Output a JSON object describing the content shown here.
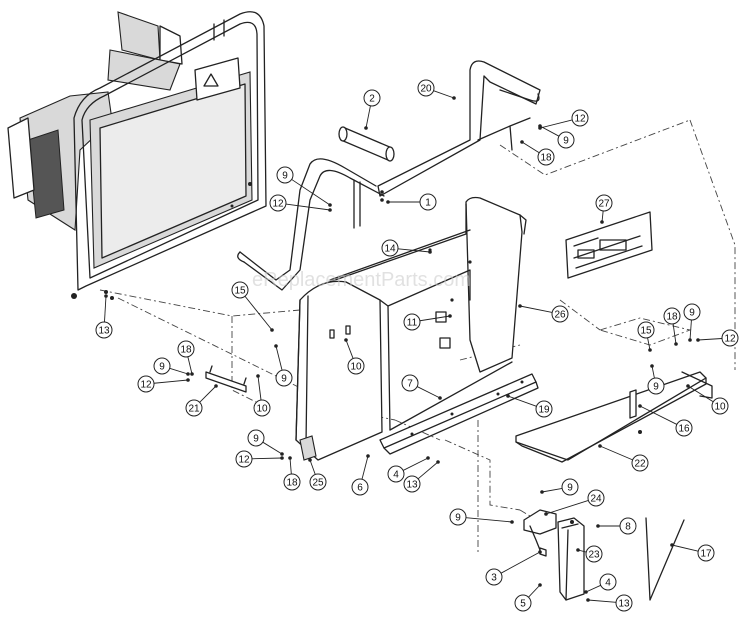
{
  "watermark": "eReplacementParts.com",
  "callouts": [
    {
      "id": "c1",
      "label": "1"
    },
    {
      "id": "c2",
      "label": "2"
    },
    {
      "id": "c3",
      "label": "3"
    },
    {
      "id": "c4a",
      "label": "4"
    },
    {
      "id": "c4b",
      "label": "4"
    },
    {
      "id": "c5",
      "label": "5"
    },
    {
      "id": "c6",
      "label": "6"
    },
    {
      "id": "c7",
      "label": "7"
    },
    {
      "id": "c8",
      "label": "8"
    },
    {
      "id": "c9a",
      "label": "9"
    },
    {
      "id": "c9b",
      "label": "9"
    },
    {
      "id": "c9c",
      "label": "9"
    },
    {
      "id": "c9d",
      "label": "9"
    },
    {
      "id": "c9e",
      "label": "9"
    },
    {
      "id": "c9f",
      "label": "9"
    },
    {
      "id": "c9g",
      "label": "9"
    },
    {
      "id": "c9h",
      "label": "9"
    },
    {
      "id": "c9i",
      "label": "9"
    },
    {
      "id": "c10a",
      "label": "10"
    },
    {
      "id": "c10b",
      "label": "10"
    },
    {
      "id": "c10c",
      "label": "10"
    },
    {
      "id": "c11",
      "label": "11"
    },
    {
      "id": "c12a",
      "label": "12"
    },
    {
      "id": "c12b",
      "label": "12"
    },
    {
      "id": "c12c",
      "label": "12"
    },
    {
      "id": "c12d",
      "label": "12"
    },
    {
      "id": "c12e",
      "label": "12"
    },
    {
      "id": "c13a",
      "label": "13"
    },
    {
      "id": "c13b",
      "label": "13"
    },
    {
      "id": "c13c",
      "label": "13"
    },
    {
      "id": "c14",
      "label": "14"
    },
    {
      "id": "c15a",
      "label": "15"
    },
    {
      "id": "c15b",
      "label": "15"
    },
    {
      "id": "c16",
      "label": "16"
    },
    {
      "id": "c17",
      "label": "17"
    },
    {
      "id": "c18a",
      "label": "18"
    },
    {
      "id": "c18b",
      "label": "18"
    },
    {
      "id": "c18c",
      "label": "18"
    },
    {
      "id": "c18d",
      "label": "18"
    },
    {
      "id": "c19",
      "label": "19"
    },
    {
      "id": "c20",
      "label": "20"
    },
    {
      "id": "c21",
      "label": "21"
    },
    {
      "id": "c22",
      "label": "22"
    },
    {
      "id": "c23",
      "label": "23"
    },
    {
      "id": "c24",
      "label": "24"
    },
    {
      "id": "c25",
      "label": "25"
    },
    {
      "id": "c26",
      "label": "26"
    },
    {
      "id": "c27",
      "label": "27"
    }
  ]
}
